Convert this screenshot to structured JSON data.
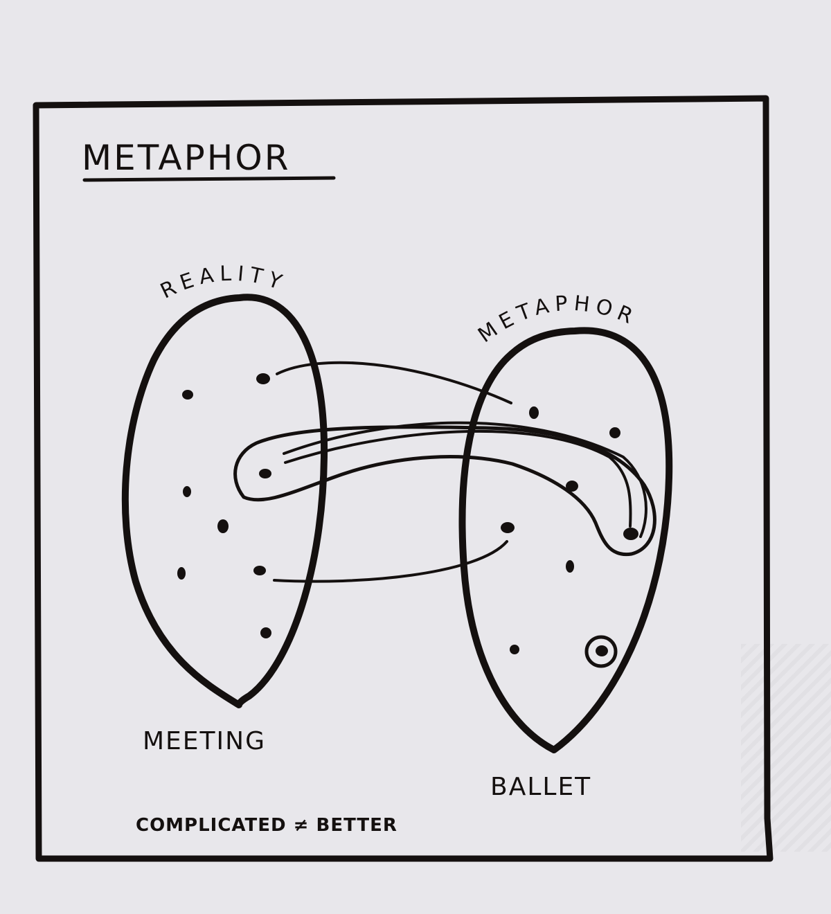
{
  "title": "METAPHOR",
  "left_set": {
    "arc_label": "REALITY",
    "bottom_label": "MEETING"
  },
  "right_set": {
    "arc_label": "METAPHOR",
    "bottom_label": "BALLET"
  },
  "footnote": "COMPLICATED ≠ BETTER",
  "colors": {
    "paper": "#e8e7eb",
    "ink": "#14100f"
  }
}
